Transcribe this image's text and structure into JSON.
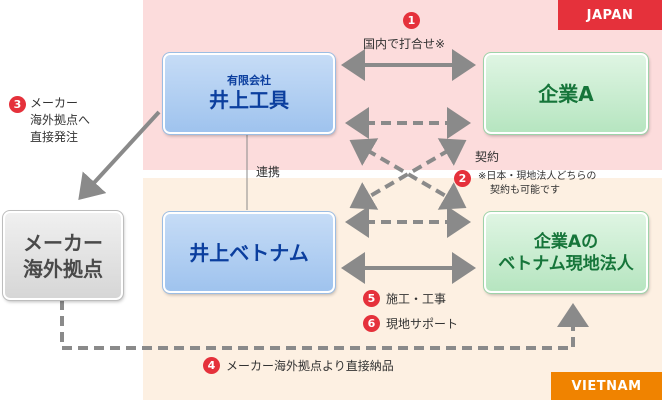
{
  "regions": {
    "japan": "JAPAN",
    "vietnam": "VIETNAM"
  },
  "nodes": {
    "inoue_kogu": {
      "sub": "有限会社",
      "name": "井上工具"
    },
    "company_a": {
      "name": "企業A"
    },
    "inoue_vietnam": {
      "name": "井上ベトナム"
    },
    "company_a_vn": {
      "line1": "企業Aの",
      "line2": "ベトナム現地法人"
    },
    "maker_overseas": {
      "line1": "メーカー",
      "line2": "海外拠点"
    }
  },
  "steps": {
    "s1": {
      "num": "1",
      "label": "国内で打合せ※"
    },
    "s2": {
      "num": "2",
      "note_line1": "※日本・現地法人どちらの",
      "note_line2": "契約も可能です"
    },
    "s3": {
      "num": "3",
      "line1": "メーカー",
      "line2": "海外拠点へ",
      "line3": "直接発注"
    },
    "s4": {
      "num": "4",
      "label": "メーカー海外拠点より直接納品"
    },
    "s5": {
      "num": "5",
      "label": "施工・工事"
    },
    "s6": {
      "num": "6",
      "label": "現地サポート"
    }
  },
  "labels": {
    "contract": "契約",
    "cooperation": "連携"
  },
  "colors": {
    "japan_bg": "#fcdcdc",
    "vietnam_bg": "#fdf0e2",
    "japan_tag": "#e5313b",
    "vietnam_tag": "#f08300",
    "arrow": "#8a8a8a",
    "badge": "#e5313b"
  }
}
